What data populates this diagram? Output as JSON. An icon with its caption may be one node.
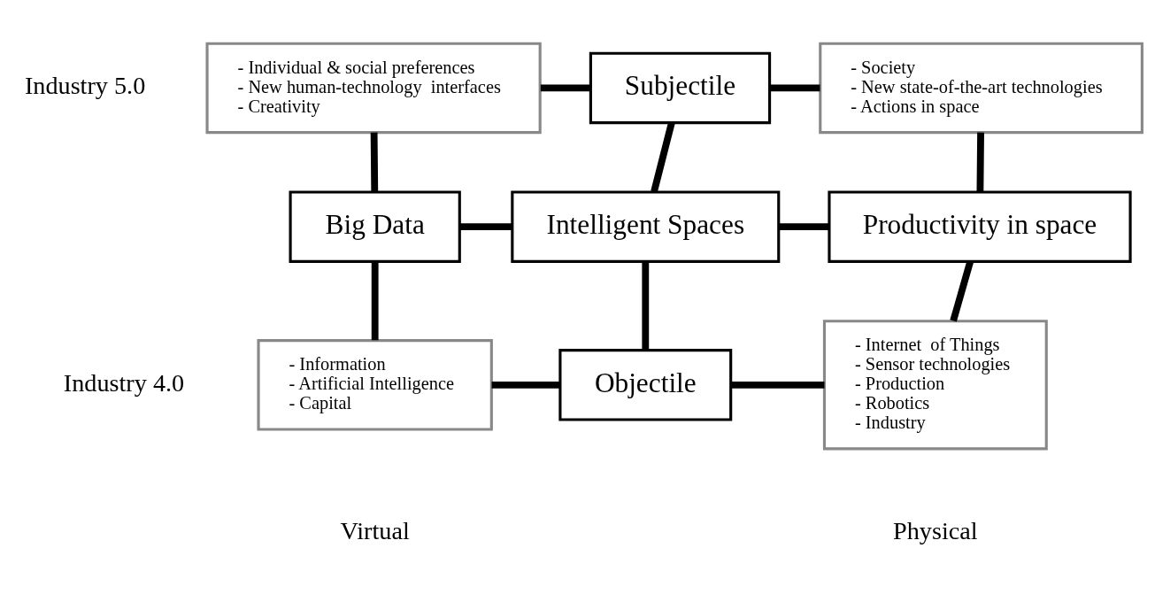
{
  "diagram": {
    "nodes": [
      {
        "text": [
          "- Individual & social preferences",
          "- New human-technology  interfaces",
          "- Creativity"
        ]
      },
      {
        "text": [
          "Subjectile"
        ]
      },
      {
        "text": [
          "- Society",
          "- New state-of-the-art technologies",
          "- Actions in space"
        ]
      },
      {
        "text": [
          "Big Data"
        ]
      },
      {
        "text": [
          "Intelligent Spaces"
        ]
      },
      {
        "text": [
          "Productivity in space"
        ]
      },
      {
        "text": [
          "- Information",
          "- Artificial Intelligence",
          "- Capital"
        ]
      },
      {
        "text": [
          "Objectile"
        ]
      },
      {
        "text": [
          "- Internet  of Things",
          "- Sensor technologies",
          "- Production",
          "- Robotics",
          "- Industry"
        ]
      }
    ],
    "edges": [
      {
        "from": 0,
        "to": 1,
        "arrow": "none"
      },
      {
        "from": 1,
        "to": 2,
        "arrow": "none"
      },
      {
        "from": 0,
        "to": 3,
        "arrow": "none"
      },
      {
        "from": 1,
        "to": 4,
        "arrow": "none"
      },
      {
        "from": 2,
        "to": 5,
        "arrow": "none"
      },
      {
        "from": 3,
        "to": 4,
        "arrow": "none"
      },
      {
        "from": 4,
        "to": 5,
        "arrow": "none"
      },
      {
        "from": 3,
        "to": 6,
        "arrow": "none"
      },
      {
        "from": 4,
        "to": 7,
        "arrow": "none"
      },
      {
        "from": 5,
        "to": 8,
        "arrow": "none"
      },
      {
        "from": 6,
        "to": 7,
        "arrow": "none"
      },
      {
        "from": 7,
        "to": 8,
        "arrow": "none"
      }
    ],
    "labels": [
      "Industry 5.0",
      "Industry 4.0",
      "Virtual",
      "Physical"
    ]
  }
}
